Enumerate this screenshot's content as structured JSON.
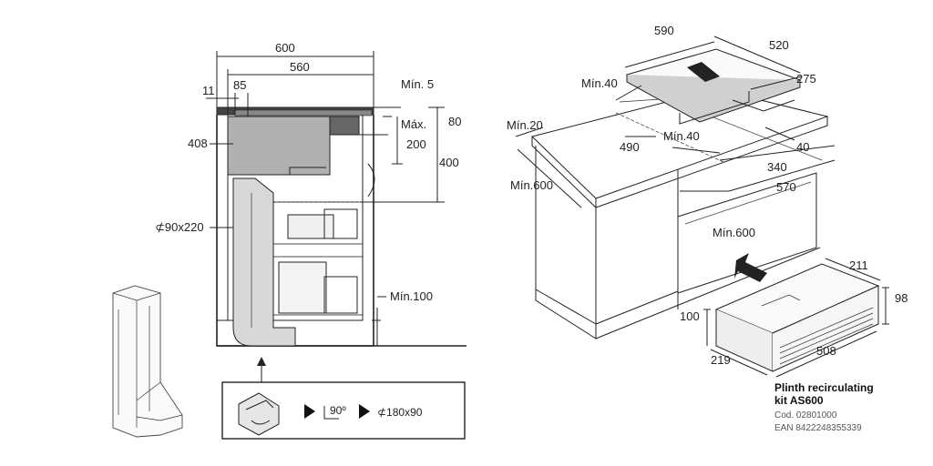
{
  "left_drawing": {
    "dims": {
      "w600": "600",
      "w560": "560",
      "w11": "11",
      "w85": "85",
      "min5": "Mín. 5",
      "max": "Máx.",
      "h80": "80",
      "h408": "408",
      "h200": "200",
      "h400": "400",
      "duct": "⊄90x220",
      "min100": "Mín.100"
    },
    "inset": {
      "step_angle": "90º",
      "step_duct": "⊄180x90"
    }
  },
  "right_drawing": {
    "dims": {
      "w590": "590",
      "w520": "520",
      "min40_a": "Mín.40",
      "d275": "275",
      "min20": "Mín.20",
      "d490": "490",
      "min40_b": "Mín.40",
      "d40": "40",
      "d340": "340",
      "min600_side": "Mín.600",
      "d570": "570",
      "min600_front": "Mín.600",
      "k211": "211",
      "k98": "98",
      "k100": "100",
      "k219": "219",
      "k508": "508"
    }
  },
  "kit": {
    "title_line1": "Plinth recirculating",
    "title_line2": "kit AS600",
    "code": "Cod. 02801000",
    "ean": "EAN 8422248355339"
  }
}
